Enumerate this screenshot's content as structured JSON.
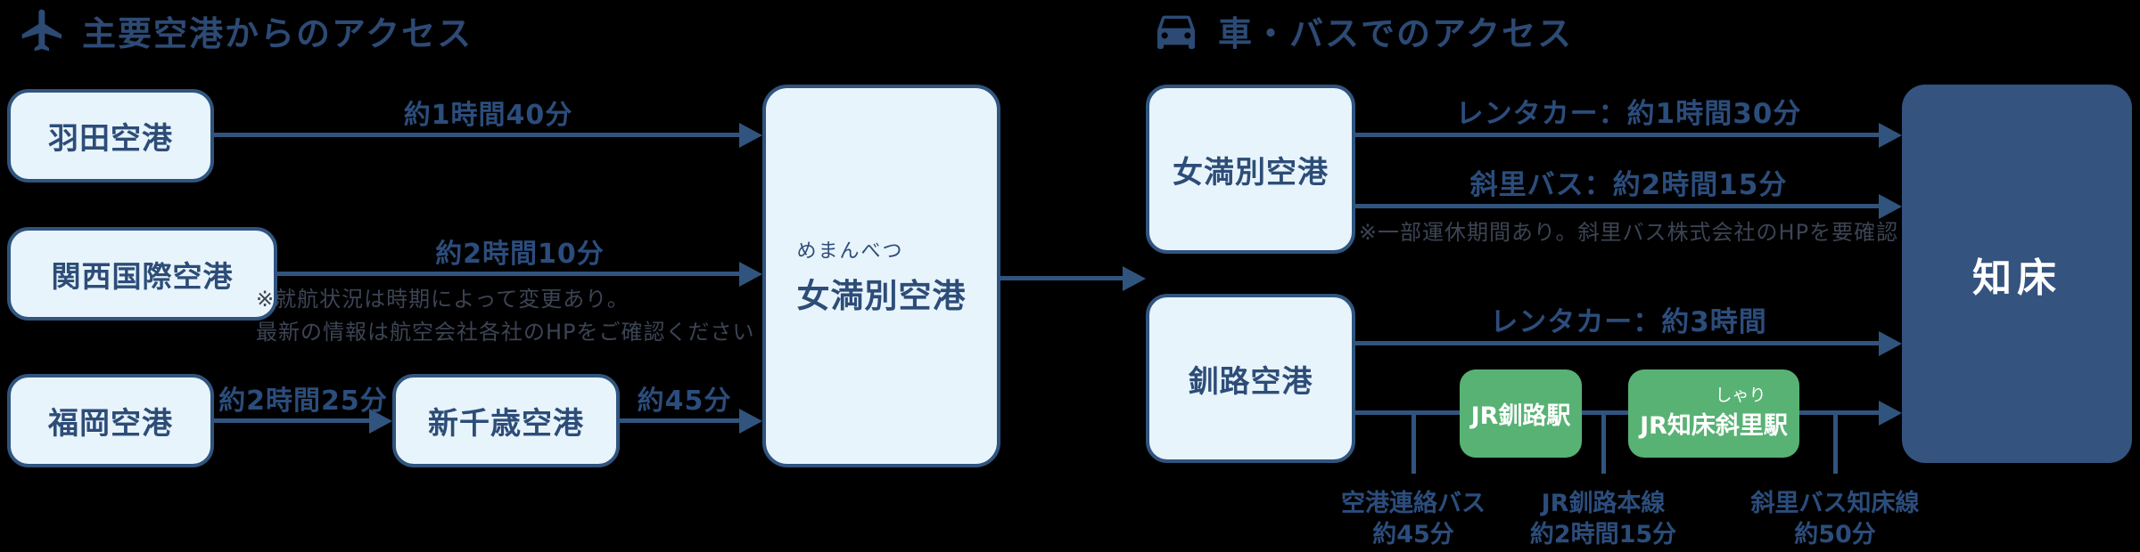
{
  "colors": {
    "background": "#000000",
    "line_navy": "#30547e",
    "node_fill": "#e8f4fb",
    "node_text": "#2d4d78",
    "header_text": "#2c4a74",
    "station_green": "#58b274",
    "destination_navy": "#34537f",
    "note_text": "#3c4454"
  },
  "sections": {
    "air": {
      "icon": "airplane-icon",
      "title": "主要空港からのアクセス",
      "nodes": {
        "haneda": "羽田空港",
        "kansai": "関西国際空港",
        "fukuoka": "福岡空港",
        "chitose": "新千歳空港",
        "memanbetsu_furigana": "めまんべつ",
        "memanbetsu": "女満別空港"
      },
      "routes": {
        "haneda_memanbetsu": "約1時間40分",
        "kansai_memanbetsu": "約2時間10分",
        "fukuoka_chitose": "約2時間25分",
        "chitose_memanbetsu": "約45分"
      },
      "note": [
        "※就航状況は時期によって変更あり。",
        "最新の情報は航空会社各社のHPをご確認ください"
      ]
    },
    "ground": {
      "icon": "car-icon",
      "title": "車・バスでのアクセス",
      "nodes": {
        "memanbetsu": "女満別空港",
        "kushiro_airport": "釧路空港",
        "jr_kushiro": "JR釧路駅",
        "jr_shari_furigana": "しゃり",
        "jr_shari": "JR知床斜里駅",
        "shiretoko": "知床"
      },
      "routes": {
        "rentacar_memanbetsu": "レンタカー：約1時間30分",
        "shari_bus": "斜里バス：約2時間15分",
        "shari_bus_note": "※一部運休期間あり。斜里バス株式会社のHPを要確認",
        "rentacar_kushiro": "レンタカー：約3時間",
        "airport_bus": [
          "空港連絡バス",
          "約45分"
        ],
        "jr_main_line": [
          "JR釧路本線",
          "約2時間15分"
        ],
        "shari_bus_line": [
          "斜里バス知床線",
          "約50分"
        ]
      }
    }
  }
}
